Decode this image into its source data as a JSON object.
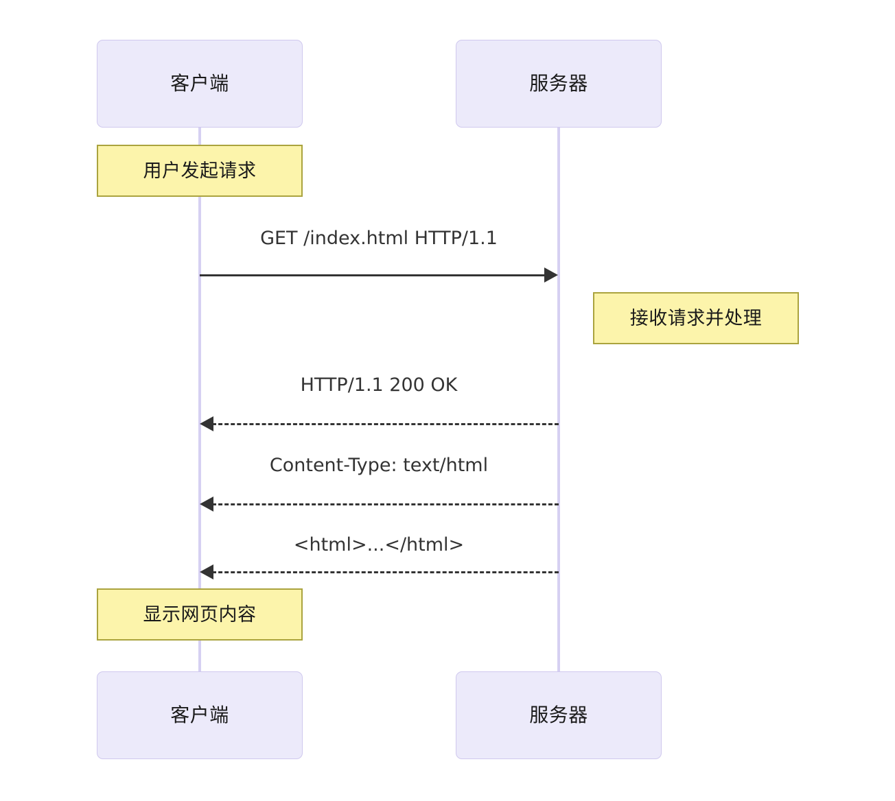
{
  "diagram": {
    "type": "sequence-diagram",
    "background_color": "#ffffff",
    "participants": [
      {
        "id": "client",
        "label": "客户端"
      },
      {
        "id": "server",
        "label": "服务器"
      }
    ],
    "participant_style": {
      "fill": "#eceafa",
      "stroke": "#cfc8ee",
      "lifeline_color": "#d6d0f2"
    },
    "note_style": {
      "fill": "#fcf4ab",
      "stroke": "#aaa33e"
    },
    "message_style": {
      "line_color": "#333333",
      "text_color": "#333333"
    },
    "top_boxes": [
      {
        "name": "client-top",
        "label": "客户端"
      },
      {
        "name": "server-top",
        "label": "服务器"
      }
    ],
    "bottom_boxes": [
      {
        "name": "client-bottom",
        "label": "客户端"
      },
      {
        "name": "server-bottom",
        "label": "服务器"
      }
    ],
    "notes": [
      {
        "id": "note-1",
        "side": "left-of-client",
        "label": "用户发起请求"
      },
      {
        "id": "note-2",
        "side": "right-of-server",
        "label": "接收请求并处理"
      },
      {
        "id": "note-3",
        "side": "left-of-client",
        "label": "显示网页内容"
      }
    ],
    "messages": [
      {
        "id": "msg-1",
        "label": "GET /index.html HTTP/1.1",
        "from": "客户端",
        "to": "服务器",
        "direction": "right",
        "line": "solid"
      },
      {
        "id": "msg-2",
        "label": "HTTP/1.1 200 OK",
        "from": "服务器",
        "to": "客户端",
        "direction": "left",
        "line": "dashed"
      },
      {
        "id": "msg-3",
        "label": "Content-Type: text/html",
        "from": "服务器",
        "to": "客户端",
        "direction": "left",
        "line": "dashed"
      },
      {
        "id": "msg-4",
        "label": "<html>...</html>",
        "from": "服务器",
        "to": "客户端",
        "direction": "left",
        "line": "dashed"
      }
    ]
  }
}
